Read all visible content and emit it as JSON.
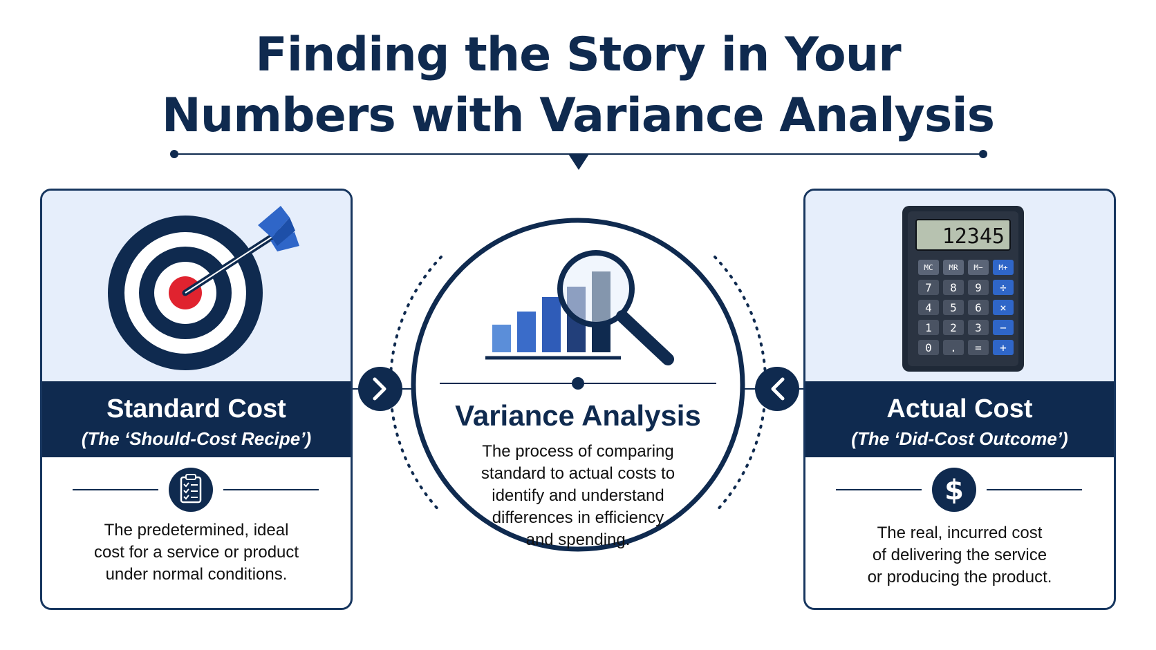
{
  "title": {
    "line1": "Finding the Story in Your",
    "line2": "Numbers with Variance Analysis"
  },
  "colors": {
    "navy": "#0f2a4f",
    "light_panel": "#e6eefb",
    "accent_blue": "#2f66c8",
    "target_red": "#e0232f"
  },
  "left_card": {
    "heading": "Standard Cost",
    "subheading": "(The ‘Should-Cost Recipe’)",
    "illustration": "target-with-arrow",
    "icon": "clipboard-checklist-icon",
    "description": [
      "The predetermined, ideal",
      "cost for a service or product",
      "under normal conditions."
    ]
  },
  "center": {
    "illustration": "bar-chart-with-magnifier",
    "heading": "Variance Analysis",
    "description": [
      "The process of comparing",
      "standard to actual costs to",
      "identify and understand",
      "differences in efficiency",
      "and spending."
    ]
  },
  "right_card": {
    "heading": "Actual Cost",
    "subheading": "(The ‘Did-Cost Outcome’)",
    "illustration": "calculator",
    "icon": "dollar-icon",
    "description": [
      "The real, incurred cost",
      "of delivering the service",
      "or producing the product."
    ],
    "calculator": {
      "display": "12345",
      "keys": [
        [
          "MC",
          "MR",
          "M−",
          "M+"
        ],
        [
          "7",
          "8",
          "9",
          "÷"
        ],
        [
          "4",
          "5",
          "6",
          "×"
        ],
        [
          "1",
          "2",
          "3",
          "−"
        ],
        [
          "0",
          ".",
          "=",
          "+"
        ]
      ]
    }
  },
  "connectors": {
    "left_arrow_icon": "chevron-right-icon",
    "right_arrow_icon": "chevron-left-icon"
  }
}
